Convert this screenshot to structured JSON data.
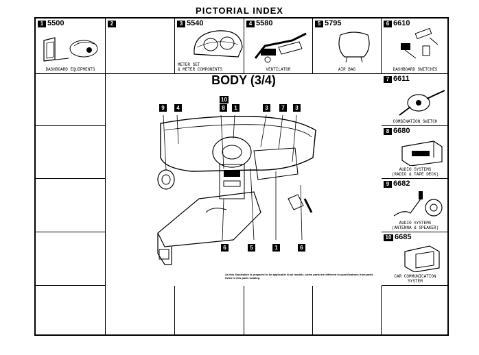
{
  "title": "PICTORIAL INDEX",
  "body_title": "BODY (3/4)",
  "footnote": "As this illustration is prepared to be applicable to all models, some parts are different in specifications from parts listed in this parts Catalog.",
  "top_cells": [
    {
      "num": "1",
      "code": "5500",
      "caption": "DASHBOARD EQUIPMENTS"
    },
    {
      "num": "2",
      "code": "",
      "caption": ""
    },
    {
      "num": "3",
      "code": "5540",
      "caption": "METER SET\n& METER COMPONENTS"
    },
    {
      "num": "4",
      "code": "5580",
      "caption": "VENTILATOR"
    },
    {
      "num": "5",
      "code": "5795",
      "caption": "AIR BAG"
    },
    {
      "num": "6",
      "code": "6610",
      "caption": "DASHBOARD SWITCHES"
    }
  ],
  "right_cells": [
    {
      "num": "7",
      "code": "6611",
      "caption": "COMBINATION SWITCH"
    },
    {
      "num": "8",
      "code": "6680",
      "caption": "AUDIO SYSTEMS\n(RADIO & TAPE DECK)"
    },
    {
      "num": "9",
      "code": "6682",
      "caption": "AUDIO SYSTEMS\n(ANTENNA & SPEAKER)"
    },
    {
      "num": "10",
      "code": "6685",
      "caption": "CAR COMMUNICATION\nSYSTEM"
    }
  ],
  "callouts": {
    "c10": "10",
    "c9": "9",
    "c4": "4",
    "c8": "8",
    "c1a": "1",
    "c3a": "3",
    "c7": "7",
    "c3b": "3",
    "c6a": "6",
    "c5": "5",
    "c1b": "1",
    "c6b": "6"
  }
}
